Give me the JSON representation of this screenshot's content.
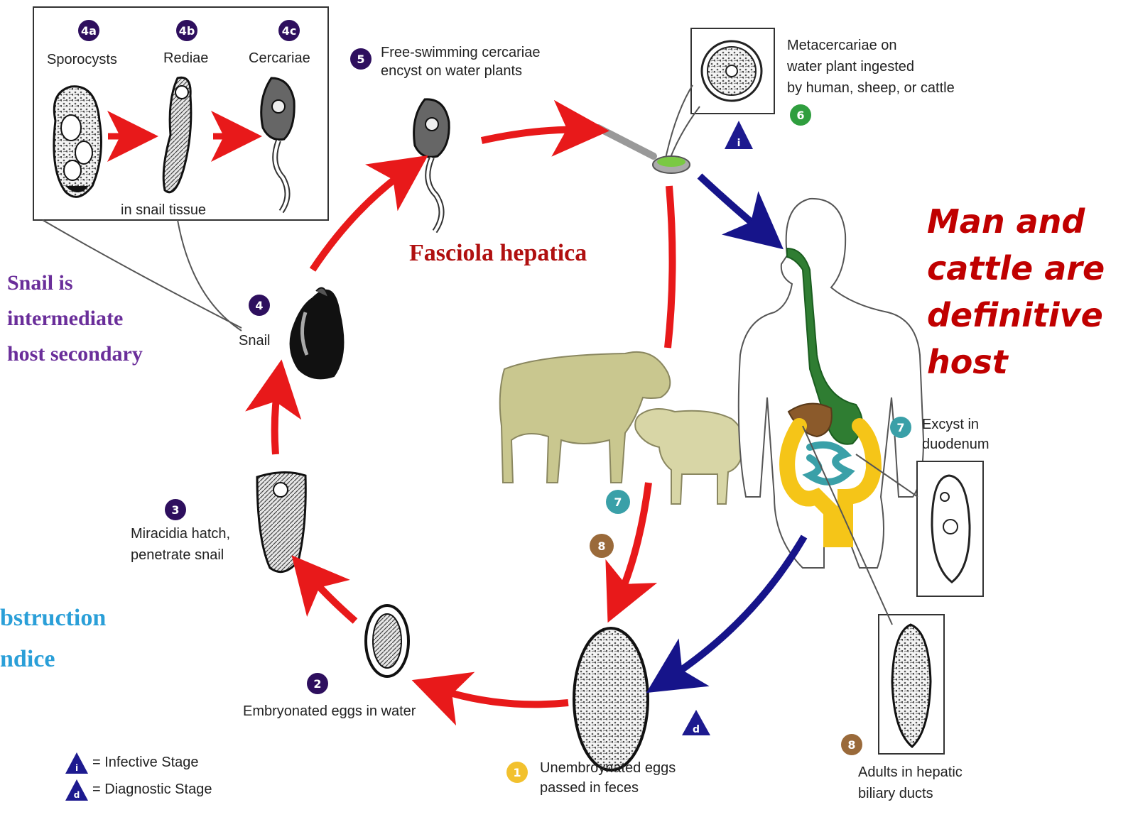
{
  "stages": {
    "s4a": {
      "badge": "4a",
      "label": "Sporocysts"
    },
    "s4b": {
      "badge": "4b",
      "label": "Rediae"
    },
    "s4c": {
      "badge": "4c",
      "label": "Cercariae"
    },
    "snail_tissue": "in snail tissue",
    "s5": {
      "badge": "5",
      "line1": "Free-swimming cercariae",
      "line2": "encyst on water plants"
    },
    "s6": {
      "badge": "6",
      "line1": "Metacercariae on",
      "line2": "water plant ingested",
      "line3": "by human, sheep, or cattle"
    },
    "s4": {
      "badge": "4",
      "label": "Snail"
    },
    "s3": {
      "badge": "3",
      "line1": "Miracidia hatch,",
      "line2": "penetrate snail"
    },
    "s2": {
      "badge": "2",
      "label": "Embryonated eggs in water"
    },
    "s1": {
      "badge": "1",
      "line1": "Unembroynated eggs",
      "line2": "passed in feces"
    },
    "s7_human": {
      "badge": "7",
      "line1": "Excyst in",
      "line2": "duodenum"
    },
    "s8_human": {
      "badge": "8",
      "line1": "Adults in hepatic",
      "line2": "biliary ducts"
    },
    "s7_animal": {
      "badge": "7"
    },
    "s8_animal": {
      "badge": "8"
    }
  },
  "markers": {
    "infective": "i",
    "diagnostic": "d"
  },
  "legend": {
    "infective": "= Infective Stage",
    "diagnostic": "= Diagnostic Stage"
  },
  "annotations": {
    "species": "Fasciola hepatica",
    "snail_note": {
      "line1": "Snail is",
      "line2": "intermediate",
      "line3": "host secondary"
    },
    "cutoff": {
      "line1": "bstruction",
      "line2": "ndice"
    },
    "definitive": {
      "line1": "Man and",
      "line2": "cattle are",
      "line3": "definitive",
      "line4": "host"
    }
  },
  "colors": {
    "red_arrow": "#e8191a",
    "blue_arrow": "#16148a",
    "purple_badge": "#2e0f5e",
    "green_badge": "#2f9e3e",
    "teal_badge": "#3aa0a8",
    "brown_badge": "#9a6a3a",
    "yellow_badge": "#f2c12e",
    "species_red": "#b01010",
    "snail_note_purple": "#6a2e9a",
    "cutoff_blue": "#2a9fd8",
    "definitive_red": "#c00000"
  },
  "icons": [
    "sporocyst-icon",
    "redia-icon",
    "cercaria-icon",
    "metacercaria-icon",
    "spoon-icon",
    "snail-icon",
    "miracidium-icon",
    "embryonated-egg-icon",
    "unembryonated-egg-icon",
    "cow-icon",
    "sheep-icon",
    "human-body-icon",
    "adult-fluke-icon",
    "excysted-fluke-icon"
  ]
}
